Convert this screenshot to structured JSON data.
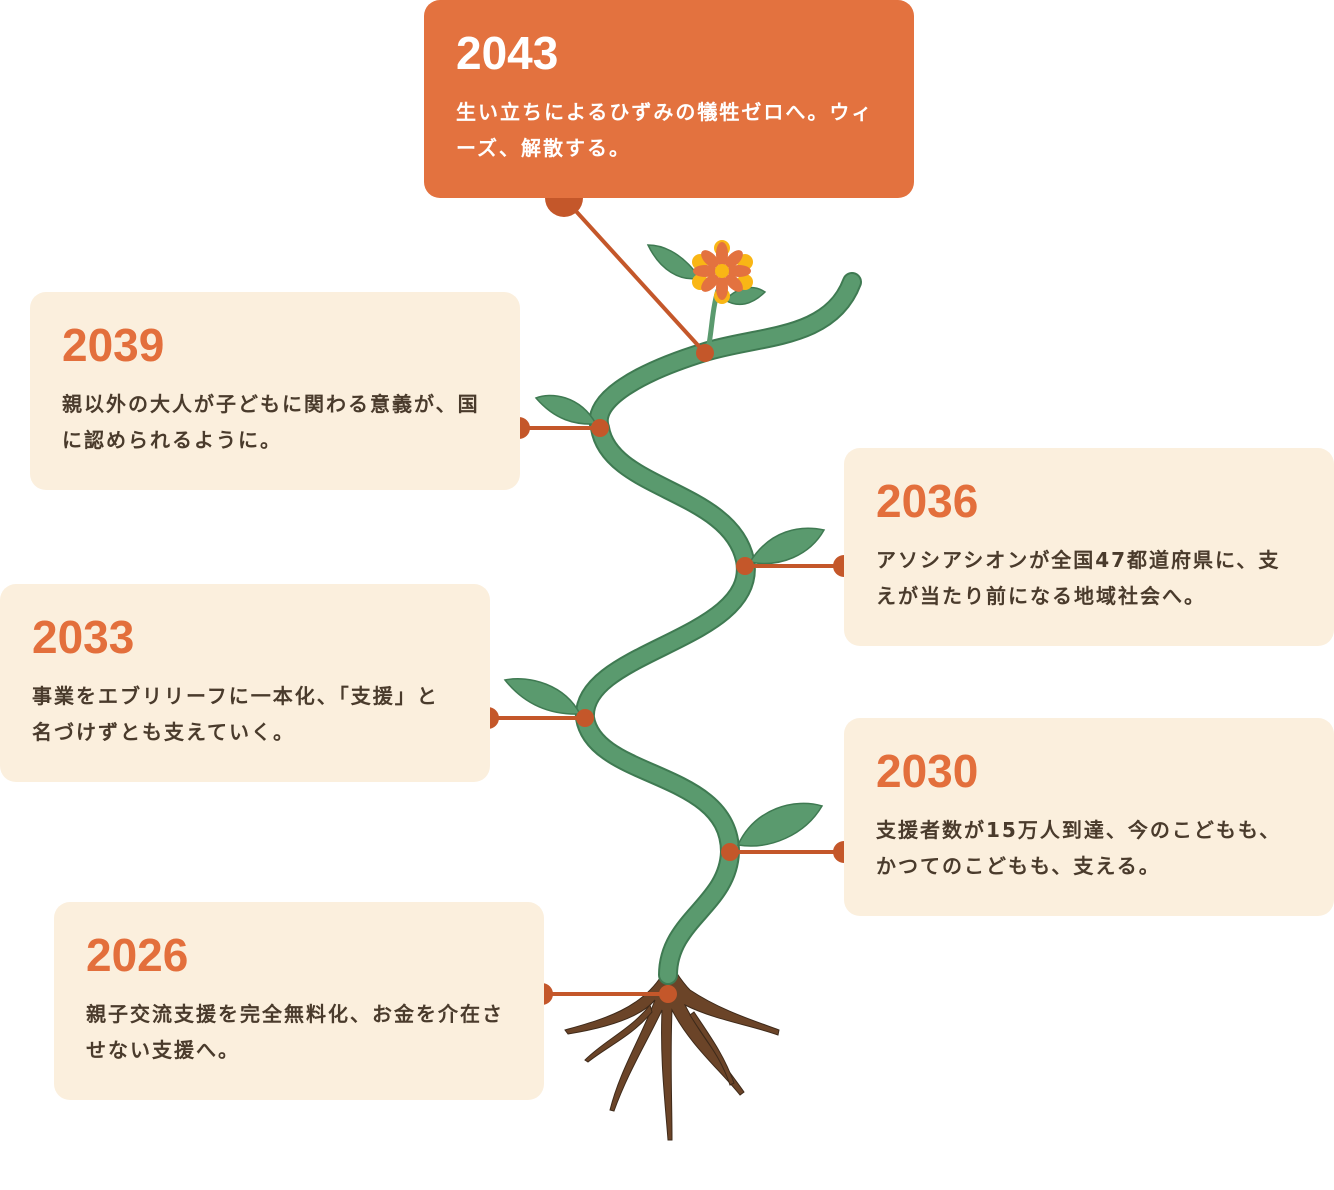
{
  "milestones": [
    {
      "year": "2043",
      "text": "生い立ちによるひずみの犠牲ゼロへ。ウィーズ、解散する。"
    },
    {
      "year": "2039",
      "text": "親以外の大人が子どもに関わる意義が、国に認められるように。"
    },
    {
      "year": "2036",
      "text": "アソシアシオンが全国47都道府県に、支えが当たり前になる地域社会へ。"
    },
    {
      "year": "2033",
      "text": "事業をエブリリーフに一本化、「支援」と名づけずとも支えていく。"
    },
    {
      "year": "2030",
      "text": "支援者数が15万人到達、今のこどもも、かつてのこどもも、支える。"
    },
    {
      "year": "2026",
      "text": "親子交流支援を完全無料化、お金を介在させない支援へ。"
    }
  ],
  "colors": {
    "accent": "#E3723F",
    "card": "#FBEFDD",
    "connector": "#C4572A",
    "stem": "#5A9A6E",
    "root": "#5A3A22"
  }
}
